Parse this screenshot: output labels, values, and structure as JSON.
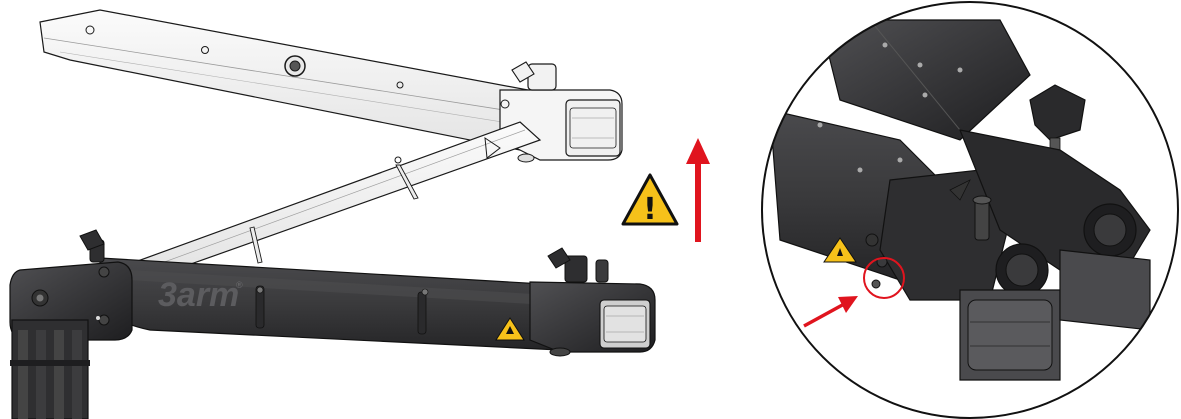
{
  "brand": {
    "logo_text": "3arm",
    "trademark": "®"
  },
  "warning": {
    "symbol": "!",
    "fill_color": "#f6c11a",
    "border_color": "#111111"
  },
  "arrows": {
    "color": "#e0141e",
    "lift_direction": "up",
    "pointer_target": "pin-detail"
  },
  "colors": {
    "arm_light": "#f3f3f3",
    "arm_dark": "#3a3a3c",
    "arm_darker": "#222224",
    "outline": "#1a1a1a",
    "highlight_circle": "#e0141e"
  },
  "icons": {
    "caution_label": "hand-pinch-warning-icon"
  }
}
